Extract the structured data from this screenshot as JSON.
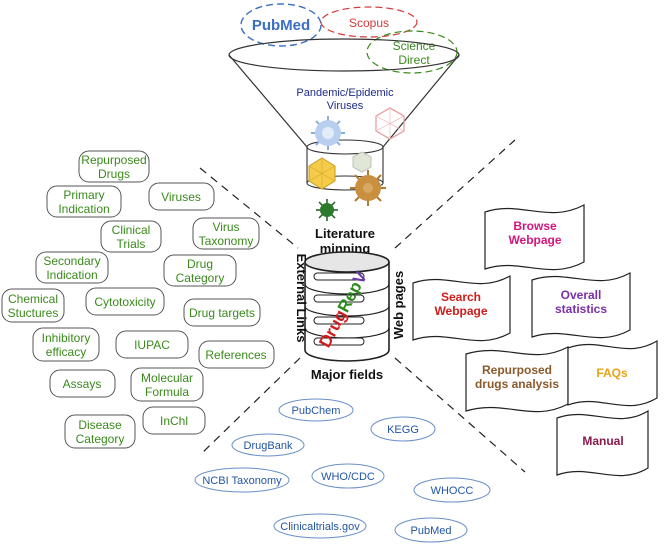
{
  "sources": {
    "pubmed": "PubMed",
    "scopus": "Scopus",
    "science_direct": [
      "Science",
      "Direct"
    ]
  },
  "funnel_label": [
    "Pandemic/Epidemic",
    "Viruses"
  ],
  "literature_label": [
    "Literature",
    "minning"
  ],
  "database": {
    "name_part1": "Drug",
    "name_part2": "Rep",
    "name_part3": "V",
    "left_label": "External Links",
    "right_label": "Web pages",
    "bottom_label": "Major fields"
  },
  "major_fields": [
    [
      "Repurposed",
      "Drugs"
    ],
    [
      "Primary",
      "Indication"
    ],
    [
      "Viruses"
    ],
    [
      "Clinical",
      "Trials"
    ],
    [
      "Virus",
      "Taxonomy"
    ],
    [
      "Secondary",
      "Indication"
    ],
    [
      "Drug",
      "Category"
    ],
    [
      "Chemical",
      "Stuctures"
    ],
    [
      "Cytotoxicity"
    ],
    [
      "Drug targets"
    ],
    [
      "Inhibitory",
      "efficacy"
    ],
    [
      "IUPAC"
    ],
    [
      "References"
    ],
    [
      "Assays"
    ],
    [
      "Molecular",
      "Formula"
    ],
    [
      "Disease",
      "Category"
    ],
    [
      "InChl"
    ]
  ],
  "external_links": [
    "PubChem",
    "KEGG",
    "DrugBank",
    "NCBI Taxonomy",
    "WHO/CDC",
    "WHOCC",
    "Clinicaltrials.gov",
    "PubMed"
  ],
  "web_pages": [
    {
      "lines": [
        "Browse",
        "Webpage"
      ],
      "color": "#d4157d"
    },
    {
      "lines": [
        "Search",
        "Webpage"
      ],
      "color": "#d01c1c"
    },
    {
      "lines": [
        "Overall",
        "statistics"
      ],
      "color": "#7b2fa8"
    },
    {
      "lines": [
        "Repurposed",
        "drugs analysis"
      ],
      "color": "#8a5a2b"
    },
    {
      "lines": [
        "FAQs"
      ],
      "color": "#e8a317"
    },
    {
      "lines": [
        "Manual"
      ],
      "color": "#8a1b4a"
    }
  ],
  "colors": {
    "pubmed_blue": "#3a6fc4",
    "scopus_red": "#d43a3a",
    "science_green": "#3a8a1c",
    "drug_red": "#d01c1c",
    "rep_green": "#2f8a1e",
    "v_purple": "#6a3aa8",
    "field_green": "#3a8a1c",
    "link_blue": "#2255a4"
  }
}
